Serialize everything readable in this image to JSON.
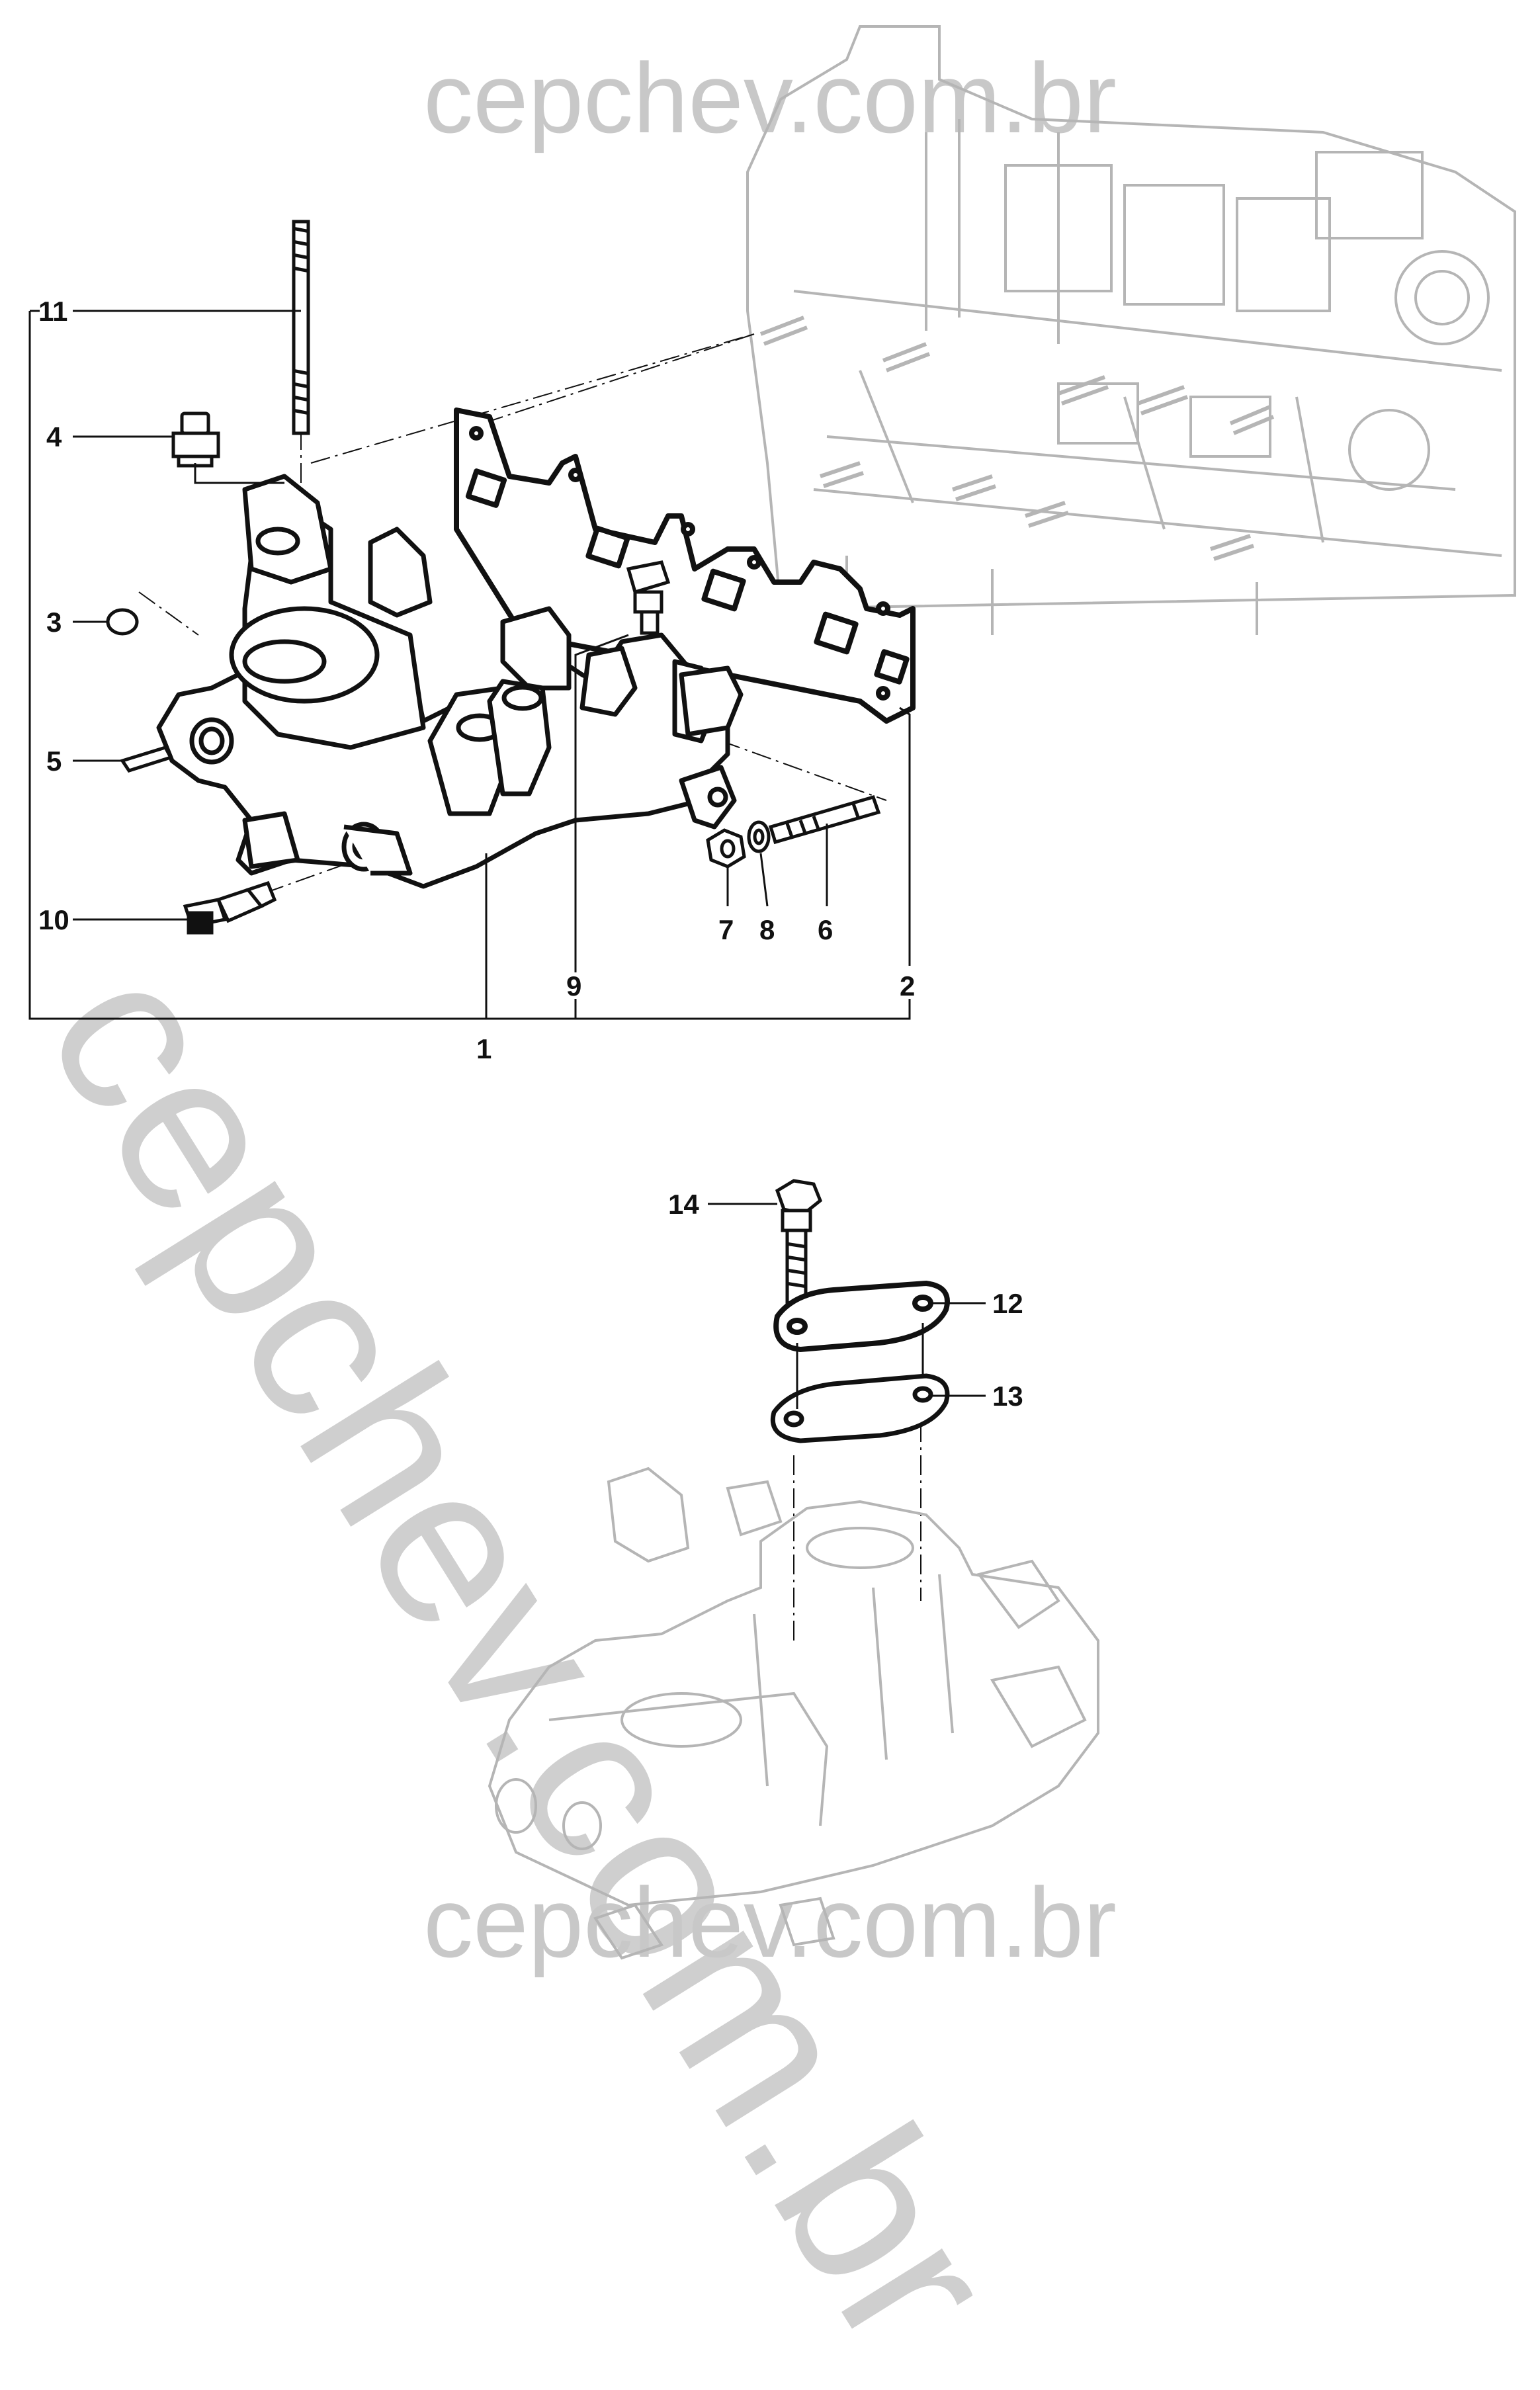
{
  "watermarks": {
    "top": "cepchev.com.br",
    "diagonal": "cepchev.com.br",
    "bottom": "cepchev.com.br"
  },
  "callouts": {
    "c1": "1",
    "c2": "2",
    "c3": "3",
    "c4": "4",
    "c5": "5",
    "c6": "6",
    "c7": "7",
    "c8": "8",
    "c9": "9",
    "c10": "10",
    "c11": "11",
    "c12": "12",
    "c13": "13",
    "c14": "14"
  },
  "colors": {
    "line": "#111111",
    "ghost": "#b5b5b5",
    "watermark": "#c8c8c8"
  }
}
